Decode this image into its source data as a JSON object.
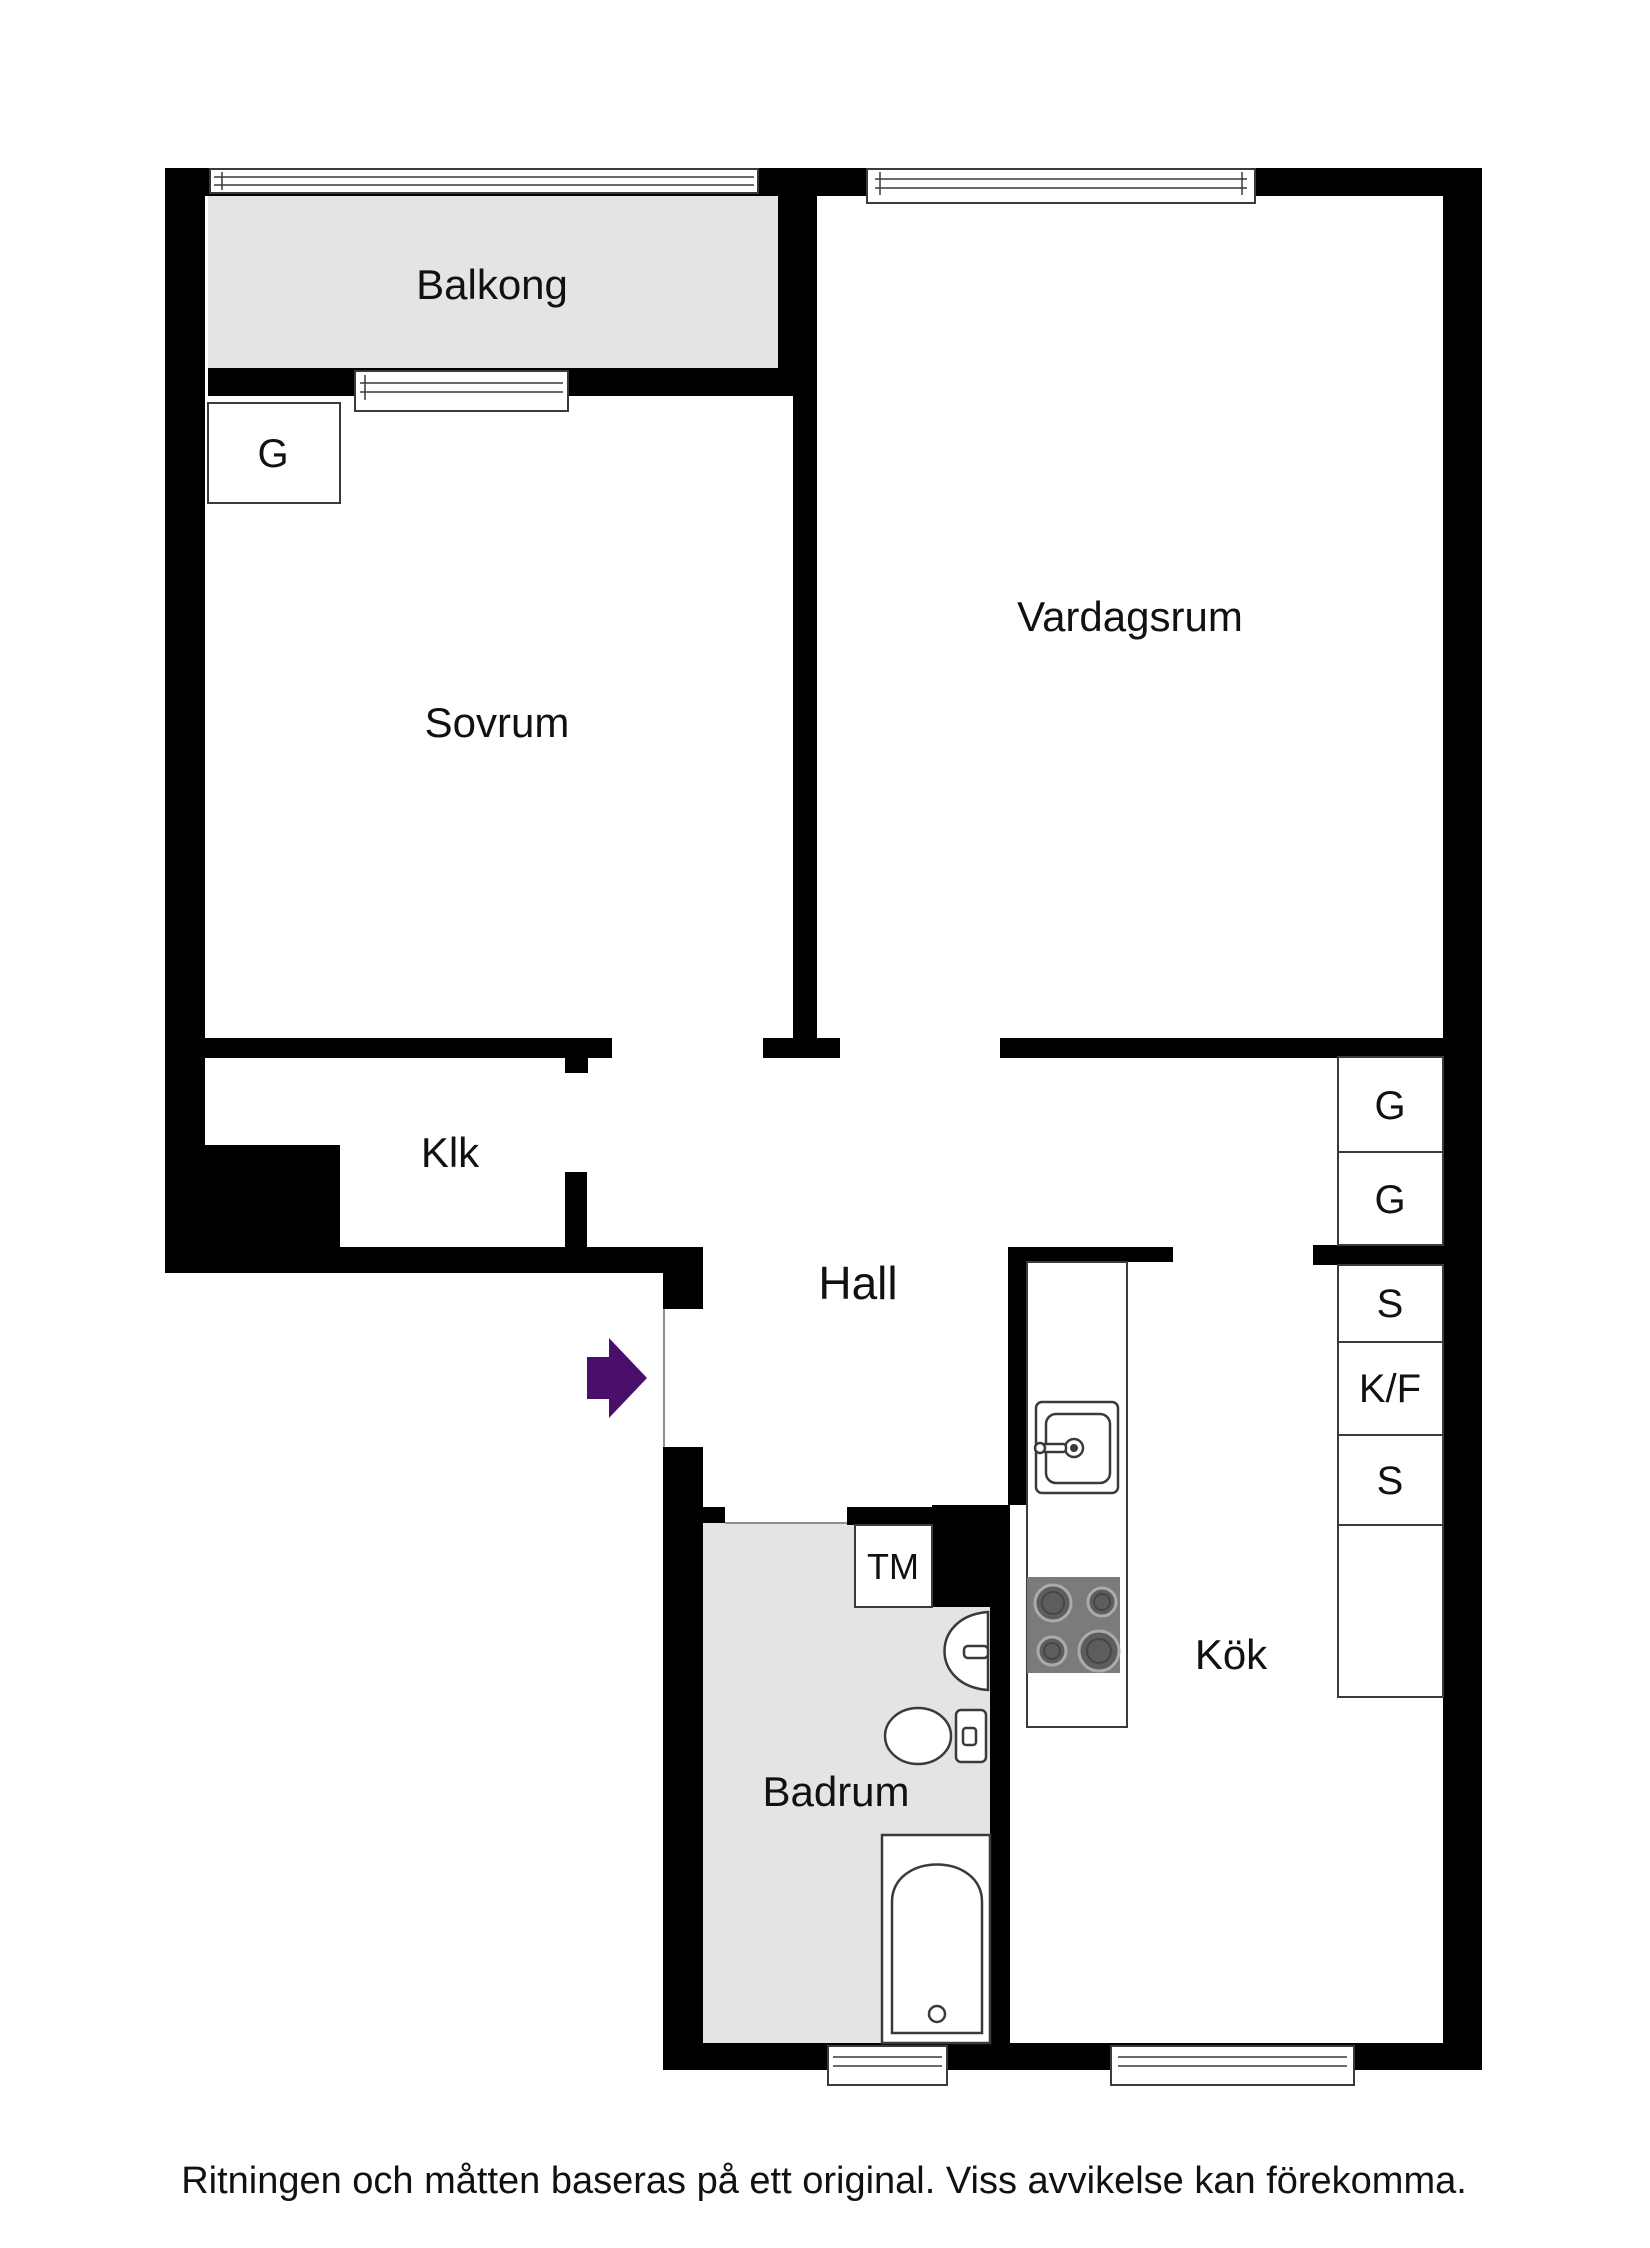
{
  "floorplan": {
    "labels": {
      "balcony": "Balkong",
      "bedroom": "Sovrum",
      "living_room": "Vardagsrum",
      "closet": "Klk",
      "hall": "Hall",
      "kitchen": "Kök",
      "bathroom": "Badrum",
      "washing_machine": "TM",
      "bedroom_wardrobe": "G"
    },
    "kitchen_units": [
      "G",
      "G",
      "S",
      "K/F",
      "S"
    ],
    "colors": {
      "wall": "#000000",
      "floor_gray": "#e4e4e4",
      "entry_arrow": "#4a0e6b",
      "stove_base": "#7b7b7b",
      "burner": "#5d5d5d",
      "burner_ring": "#ababab",
      "line": "#3a3a3a"
    },
    "disclaimer": "Ritningen och måtten baseras på ett original. Viss avvikelse kan förekomma."
  }
}
